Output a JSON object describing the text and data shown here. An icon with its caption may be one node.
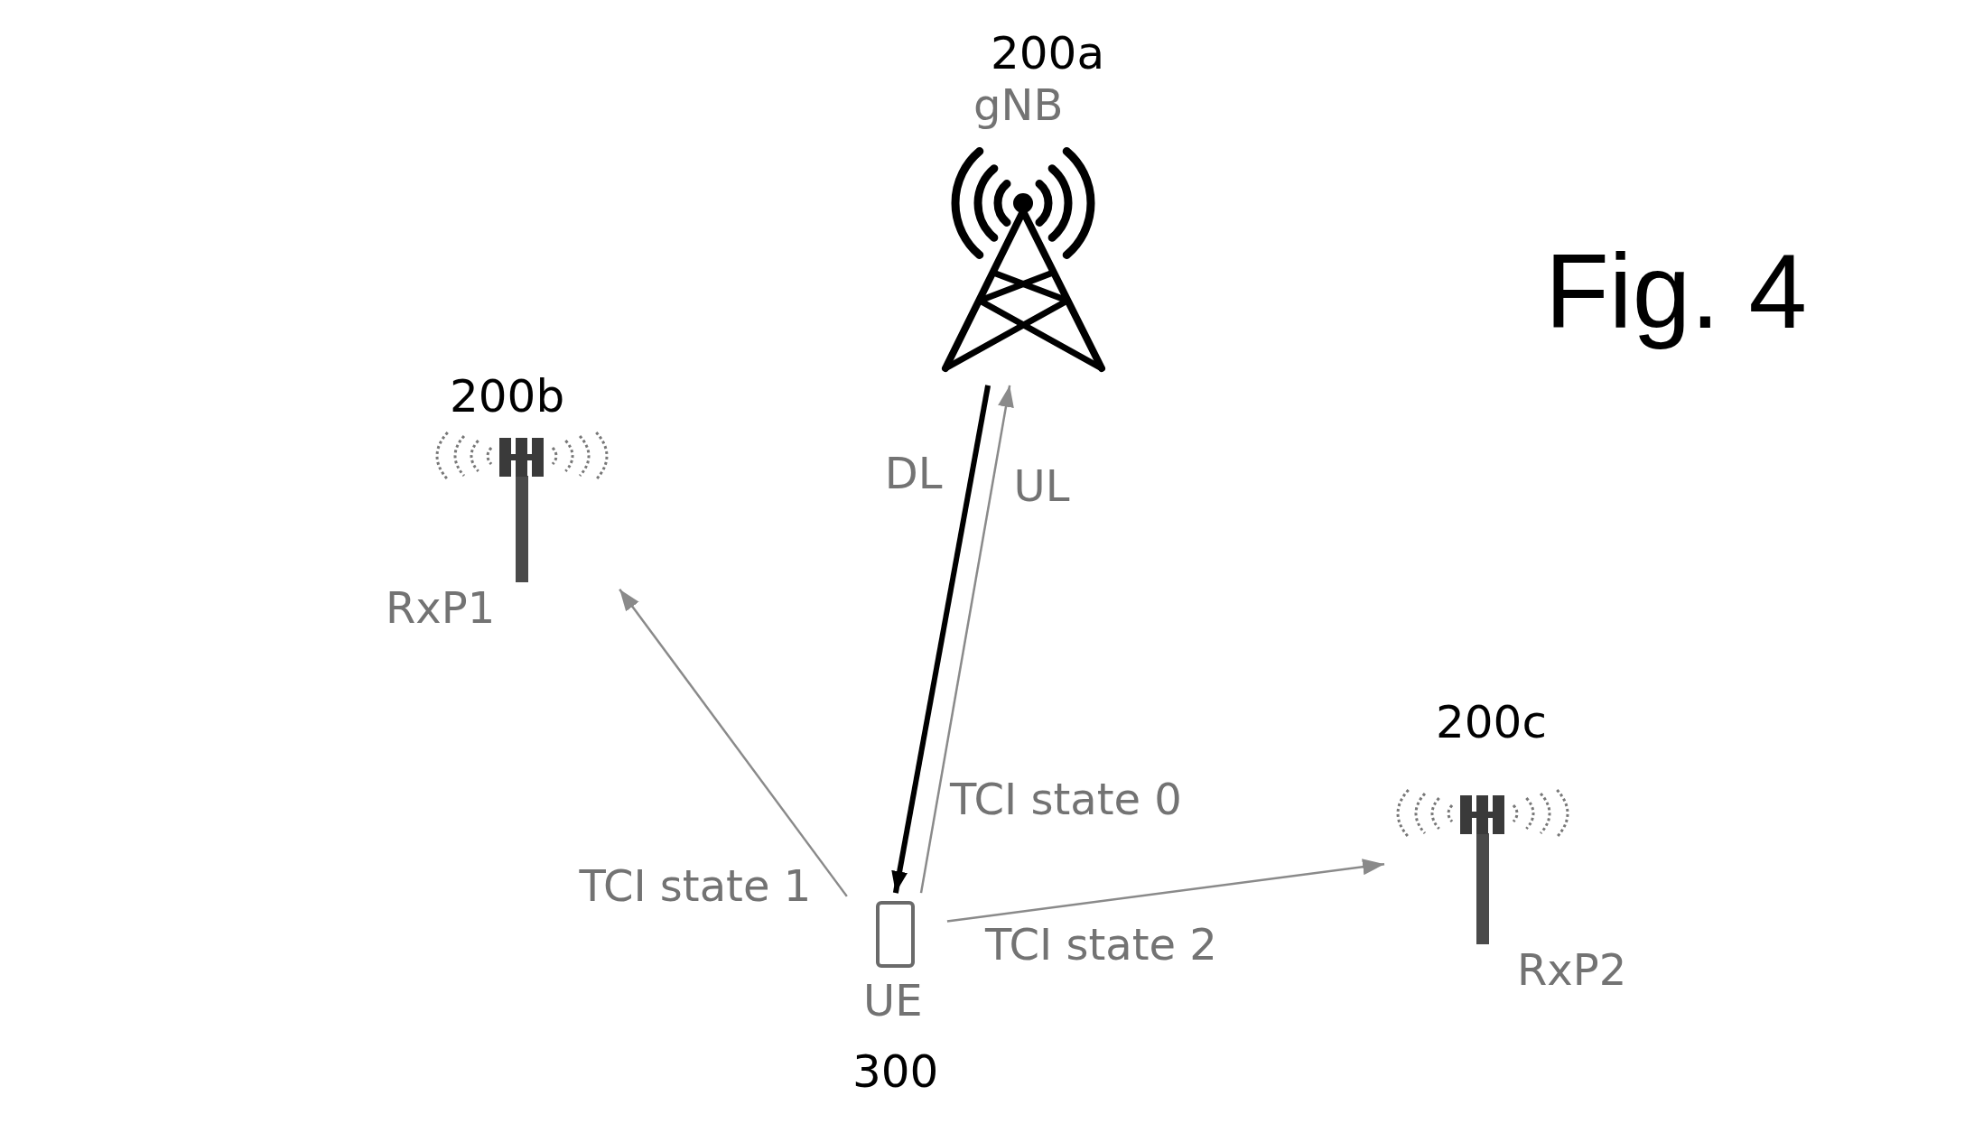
{
  "diagram": {
    "title": "Fig. 4",
    "nodes": [
      {
        "text": [
          "200a",
          "gNB"
        ]
      },
      {
        "text": [
          "200b",
          "RxP1"
        ]
      },
      {
        "text": [
          "200c",
          "RxP2"
        ]
      },
      {
        "text": [
          "UE",
          "300"
        ]
      }
    ],
    "edges": [
      {
        "from": 0,
        "to": 3,
        "arrow": "to",
        "label": "DL",
        "style": "thick",
        "color": "#000000"
      },
      {
        "from": 3,
        "to": 0,
        "arrow": "to",
        "label": "UL"
      },
      {
        "from": 3,
        "to": 1,
        "arrow": "to",
        "label": "TCI state 1"
      },
      {
        "from": 3,
        "to": 2,
        "arrow": "to",
        "label": "TCI state 2"
      }
    ],
    "labels": [
      "TCI state 0"
    ]
  }
}
